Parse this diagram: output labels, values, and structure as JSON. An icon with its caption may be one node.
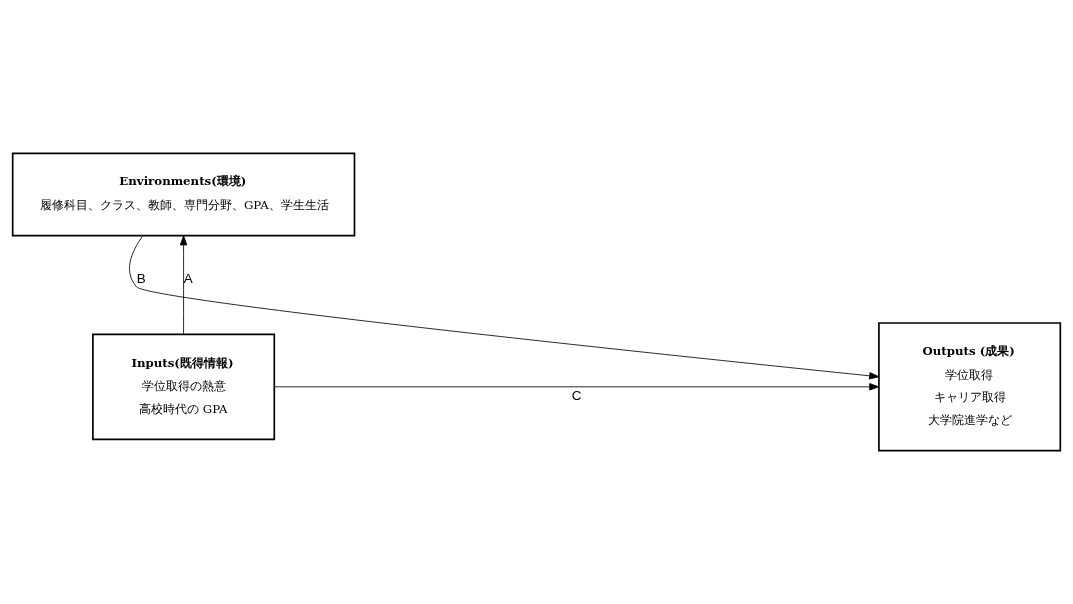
{
  "diagram": {
    "nodes": [
      {
        "text": [
          "Environments(環境)",
          "履修科目、クラス、教師、専門分野、GPA、学生生活"
        ]
      },
      {
        "text": [
          "Inputs(既得情報)",
          "学位取得の熱意",
          "高校時代の GPA"
        ]
      },
      {
        "text": [
          "Outputs (成果)",
          "学位取得",
          "キャリア取得",
          "大学院進学など"
        ]
      }
    ],
    "edges": [
      {
        "from": 1,
        "to": 0,
        "arrow": "to",
        "label": "A"
      },
      {
        "from": 0,
        "to": 2,
        "arrow": "to",
        "label": "B"
      },
      {
        "from": 1,
        "to": 2,
        "arrow": "to",
        "label": "C"
      }
    ]
  }
}
